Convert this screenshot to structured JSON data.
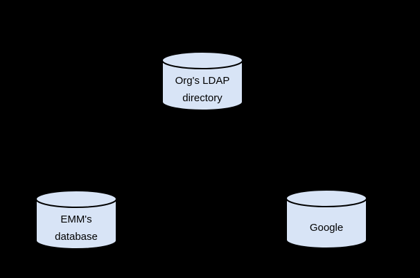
{
  "diagram": {
    "background_color": "#000000",
    "node_fill_color": "#d8e4f6",
    "node_stroke_color": "#000000",
    "nodes": [
      {
        "id": "ldap",
        "shape": "database-cylinder",
        "lines": [
          "Org's LDAP",
          "directory"
        ]
      },
      {
        "id": "emm",
        "shape": "database-cylinder",
        "lines": [
          "EMM's",
          "database"
        ]
      },
      {
        "id": "google",
        "shape": "database-cylinder",
        "lines": [
          "Google"
        ]
      }
    ]
  }
}
